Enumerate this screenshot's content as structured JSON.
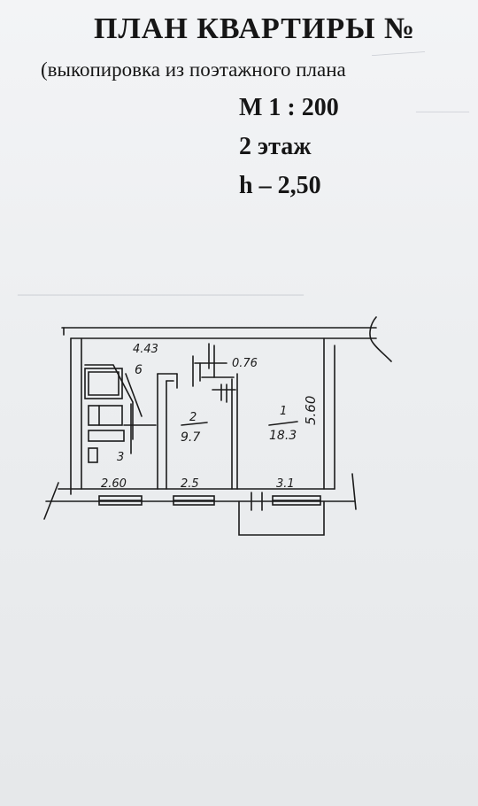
{
  "header": {
    "title": "ПЛАН КВАРТИРЫ №",
    "subtitle": "(выкопировка из поэтажного плана",
    "scale": "М 1 : 200",
    "floor": "2 этаж",
    "height": "h – 2,50"
  },
  "plan": {
    "rooms": [
      {
        "number": "1",
        "area": "18.3"
      },
      {
        "number": "2",
        "area": "9.7"
      },
      {
        "number": "3"
      },
      {
        "number": "6"
      }
    ],
    "dimensions": {
      "top_left": "4.43",
      "top_mid": "0.76",
      "room1_depth": "5.60",
      "bottom_left": "2.60",
      "bottom_mid": "2.5",
      "bottom_right": "3.1"
    }
  }
}
